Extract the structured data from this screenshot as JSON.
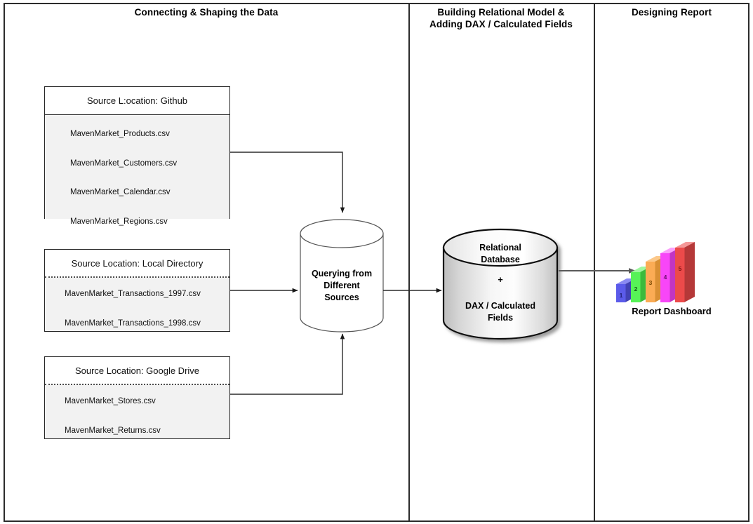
{
  "columns": [
    {
      "id": "connecting",
      "title": "Connecting & Shaping the Data"
    },
    {
      "id": "modeling",
      "title": "Building Relational Model &\nAdding DAX / Calculated Fields"
    },
    {
      "id": "reporting",
      "title": "Designing Report"
    }
  ],
  "column_titles": {
    "connecting": "Connecting & Shaping the Data",
    "modeling_line1": "Building Relational Model &",
    "modeling_line2": "Adding DAX / Calculated Fields",
    "reporting": "Designing Report"
  },
  "sources": [
    {
      "id": "github",
      "header": "Source L:ocation: Github",
      "files": [
        "MavenMarket_Products.csv",
        "MavenMarket_Customers.csv",
        "MavenMarket_Calendar.csv",
        "MavenMarket_Regions.csv"
      ]
    },
    {
      "id": "local-directory",
      "header": "Source Location: Local Directory",
      "files": [
        "MavenMarket_Transactions_1997.csv",
        "MavenMarket_Transactions_1998.csv"
      ]
    },
    {
      "id": "google-drive",
      "header": "Source Location: Google Drive",
      "files": [
        "MavenMarket_Stores.csv",
        "MavenMarket_Returns.csv"
      ]
    }
  ],
  "query_cylinder": {
    "line1": "Querying from",
    "line2": "Different",
    "line3": "Sources"
  },
  "database_cylinder": {
    "top_line1": "Relational",
    "top_line2": "Database",
    "separator": "+",
    "bottom_line1": "DAX / Calculated",
    "bottom_line2": "Fields"
  },
  "report": {
    "label": "Report Dashboard",
    "bars": [
      {
        "label": "1",
        "color": "#5b5bea",
        "top_color": "#8a8af2",
        "side_color": "#4141b4",
        "height": 38
      },
      {
        "label": "2",
        "color": "#57f257",
        "top_color": "#9ef79e",
        "side_color": "#3cba3c",
        "height": 55
      },
      {
        "label": "3",
        "color": "#fba košice",
        "top_color": "#fcc88a",
        "side_color": "#d98f34",
        "height": 72
      },
      {
        "label": "4",
        "color": "#f846f8",
        "top_color": "#fb9ffb",
        "side_color": "#c235c2",
        "height": 89
      },
      {
        "label": "5",
        "color": "#ec4a4a",
        "top_color": "#f59898",
        "side_color": "#b53838",
        "height": 105
      }
    ]
  },
  "colors": {
    "frame": "#2b2b2b",
    "box_border": "#262626",
    "box_body_fill": "#f2f2f2",
    "wire": "#2b2b2b",
    "wire_gray": "#595959",
    "cylinder_fill": "#ffffff",
    "db_fill_light": "#fdfdfd",
    "db_fill_dark": "#c4c4c4"
  }
}
